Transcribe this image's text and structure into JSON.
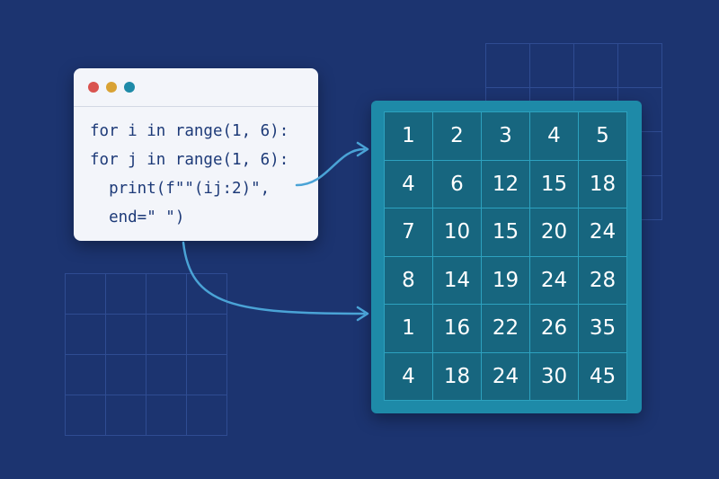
{
  "colors": {
    "background": "#1c3470",
    "window_dot_red": "#d9534f",
    "window_dot_yellow": "#d9a234",
    "window_dot_teal": "#1e8aa8",
    "code_text": "#1d3a78",
    "table_panel": "#1e8aa8",
    "table_cell": "#17667f",
    "arrow": "#4aa3d6"
  },
  "code": {
    "lines": [
      "for i in range(1, 6):",
      "for j in range(1, 6):",
      "  print(f\"\"(ij:2)\",",
      "  end=\" \")"
    ]
  },
  "table": {
    "rows": [
      [
        "1",
        "2",
        "3",
        "4",
        "5"
      ],
      [
        "4",
        "6",
        "12",
        "15",
        "18"
      ],
      [
        "7",
        "10",
        "15",
        "20",
        "24"
      ],
      [
        "8",
        "14",
        "19",
        "24",
        "28"
      ],
      [
        "1",
        "16",
        "22",
        "26",
        "35"
      ],
      [
        "4",
        "18",
        "24",
        "30",
        "45"
      ]
    ]
  }
}
